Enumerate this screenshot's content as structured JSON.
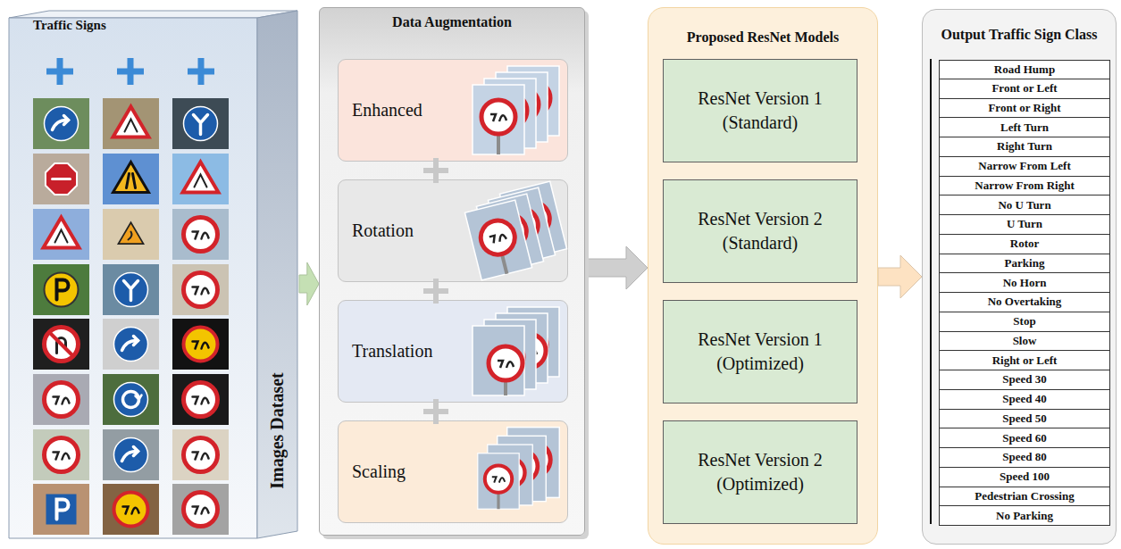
{
  "diagram": {
    "nodes": [
      {
        "text": [
          "Traffic Signs",
          "Images Dataset"
        ]
      },
      {
        "text": [
          "Data Augmentation"
        ]
      },
      {
        "text": [
          "Enhanced"
        ],
        "in": 1
      },
      {
        "text": [
          "Rotation"
        ],
        "in": 1
      },
      {
        "text": [
          "Translation"
        ],
        "in": 1
      },
      {
        "text": [
          "Scaling"
        ],
        "in": 1
      },
      {
        "text": [
          "Proposed ResNet Models"
        ]
      },
      {
        "text": [
          "ResNet Version 1 (Standard)"
        ],
        "in": 6
      },
      {
        "text": [
          "ResNet Version 2 (Standard)"
        ],
        "in": 6
      },
      {
        "text": [
          "ResNet Version 1 (Optimized)"
        ],
        "in": 6
      },
      {
        "text": [
          "ResNet Version 2 (Optimized)"
        ],
        "in": 6
      },
      {
        "text": [
          "Output Traffic Sign Class"
        ]
      }
    ],
    "edges": [
      {
        "from": 0,
        "to": 1,
        "arrow": "to"
      },
      {
        "from": 1,
        "to": 6,
        "arrow": "to"
      },
      {
        "from": 6,
        "to": 11,
        "arrow": "to"
      }
    ],
    "labels": [
      "Road Hump",
      "Front or Left",
      "Front or Right",
      "Left Turn",
      "Right Turn",
      "Narrow From Left",
      "Narrow From Right",
      "No U Turn",
      "U Turn",
      "Rotor",
      "Parking",
      "No Horn",
      "No Overtaking",
      "Stop",
      "Slow",
      "Right or Left",
      "Speed 30",
      "Speed 40",
      "Speed 50",
      "Speed 60",
      "Speed 80",
      "Speed 100",
      "Pedestrian Crossing",
      "No Parking"
    ]
  }
}
